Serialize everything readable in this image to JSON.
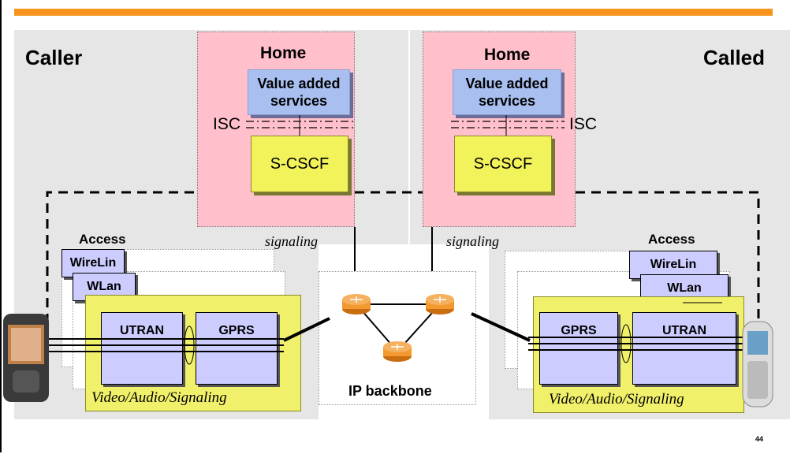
{
  "caller": {
    "title": "Caller",
    "home": {
      "title": "Home",
      "services": "Value added\nservices",
      "isc": "ISC",
      "scscf": "S-CSCF"
    },
    "signaling": "signaling",
    "access": {
      "title": "Access",
      "wireline": "WireLin",
      "wlan": "WLan"
    },
    "utran": "UTRAN",
    "gprs": "GPRS",
    "footer": "Video/Audio/Signaling"
  },
  "called": {
    "title": "Called",
    "home": {
      "title": "Home",
      "services": "Value added\nservices",
      "isc": "ISC",
      "scscf": "S-CSCF"
    },
    "signaling": "signaling",
    "access": {
      "title": "Access",
      "wireline": "WireLin",
      "wlan": "WLan"
    },
    "utran": "UTRAN",
    "gprs": "GPRS",
    "footer": "Video/Audio/Signaling"
  },
  "backbone": {
    "label": "IP backbone"
  },
  "page_number": "44",
  "colors": {
    "accent_bar": "#f7941d",
    "home_bg": "#ffc0cb",
    "services_bg": "#a9bff0",
    "scscf_bg": "#f2f25a",
    "router": "#f29a30"
  },
  "icons": {
    "router": "router-icon",
    "caller_device": "mobile-phone-icon",
    "called_device": "mobile-phone-icon"
  }
}
